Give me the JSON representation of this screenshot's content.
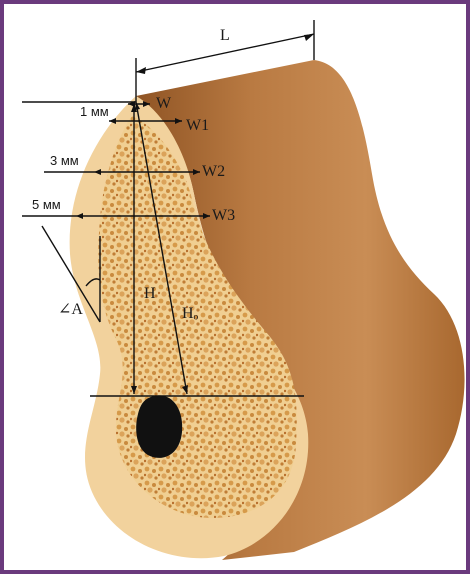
{
  "labels": {
    "L": "L",
    "W": "W",
    "W1": "W1",
    "W2": "W2",
    "W3": "W3",
    "mm1": "1 мм",
    "mm3": "3 мм",
    "mm5": "5 мм",
    "H": "H",
    "Ho": "Hₒ",
    "angle": "∠A"
  },
  "colors": {
    "frame": "#6b3a7d",
    "bone_face": "#f2d29d",
    "bone_side": "#b8743d",
    "trabecular": "#d9a45a",
    "canal": "#111111",
    "lines": "#111111"
  }
}
